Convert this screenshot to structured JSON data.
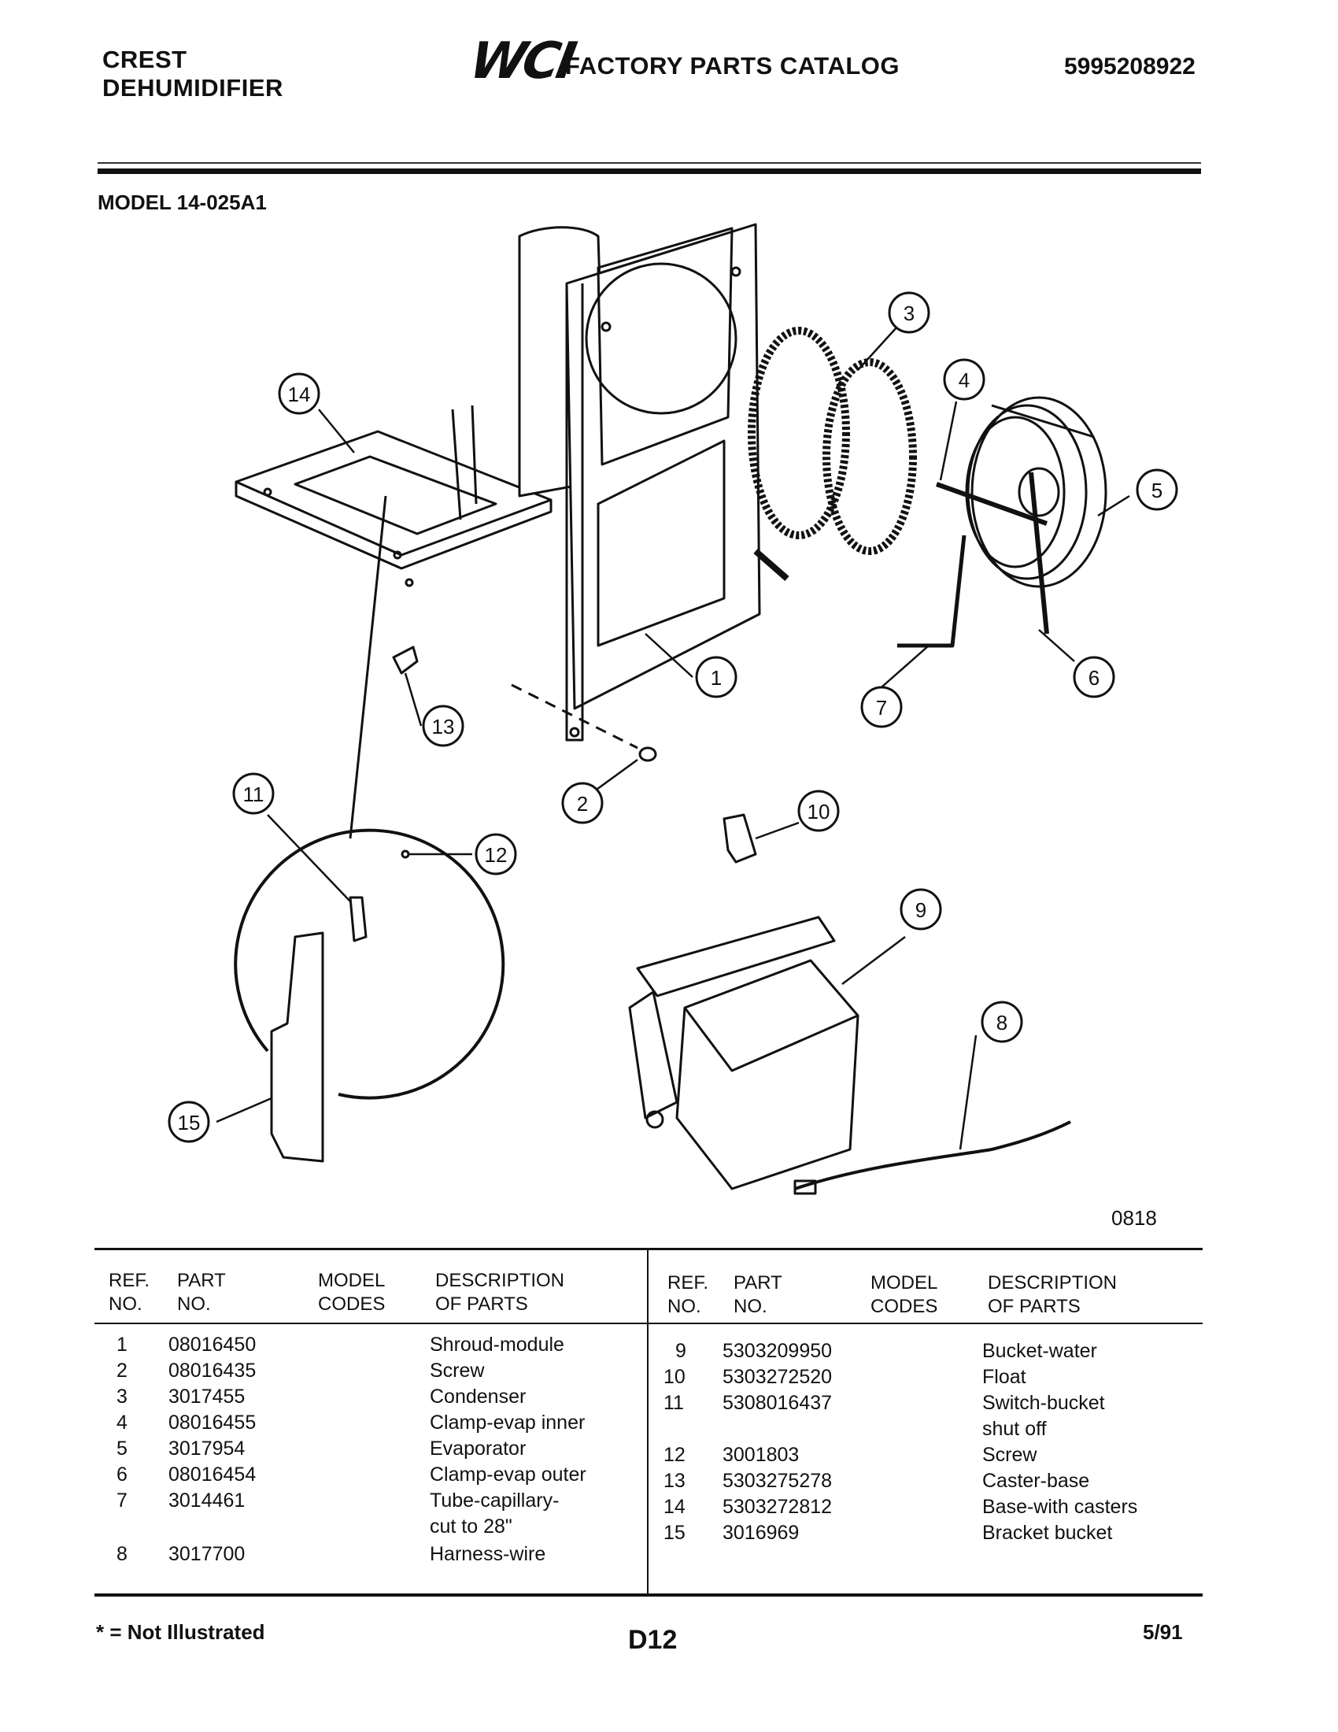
{
  "header": {
    "brand_line1": "CREST",
    "brand_line2": "DEHUMIDIFIER",
    "logo": "WCI",
    "title": "FACTORY PARTS CATALOG",
    "catalog_number": "5995208922"
  },
  "model_label": "MODEL 14-025A1",
  "figure_code": "0818",
  "callouts": [
    "1",
    "2",
    "3",
    "4",
    "5",
    "6",
    "7",
    "8",
    "9",
    "10",
    "11",
    "12",
    "13",
    "14",
    "15"
  ],
  "table": {
    "headers": {
      "ref1": "REF.",
      "ref2": "NO.",
      "part1": "PART",
      "part2": "NO.",
      "model1": "MODEL",
      "model2": "CODES",
      "desc1": "DESCRIPTION",
      "desc2": "OF PARTS"
    },
    "left_rows": [
      {
        "ref": "1",
        "part": "08016450",
        "desc": "Shroud-module"
      },
      {
        "ref": "2",
        "part": "08016435",
        "desc": "Screw"
      },
      {
        "ref": "3",
        "part": "3017455",
        "desc": "Condenser"
      },
      {
        "ref": "4",
        "part": "08016455",
        "desc": "Clamp-evap inner"
      },
      {
        "ref": "5",
        "part": "3017954",
        "desc": "Evaporator"
      },
      {
        "ref": "6",
        "part": "08016454",
        "desc": "Clamp-evap outer"
      },
      {
        "ref": "7",
        "part": "3014461",
        "desc": "Tube-capillary-",
        "desc2": "cut to 28\""
      },
      {
        "ref": "8",
        "part": "3017700",
        "desc": "Harness-wire"
      }
    ],
    "right_rows": [
      {
        "ref": "9",
        "part": "5303209950",
        "desc": "Bucket-water"
      },
      {
        "ref": "10",
        "part": "5303272520",
        "desc": "Float"
      },
      {
        "ref": "11",
        "part": "5308016437",
        "desc": "Switch-bucket",
        "desc2": "shut off"
      },
      {
        "ref": "12",
        "part": "3001803",
        "desc": "Screw"
      },
      {
        "ref": "13",
        "part": "5303275278",
        "desc": "Caster-base"
      },
      {
        "ref": "14",
        "part": "5303272812",
        "desc": "Base-with casters"
      },
      {
        "ref": "15",
        "part": "3016969",
        "desc": "Bracket bucket"
      }
    ]
  },
  "footer": {
    "note": "* = Not Illustrated",
    "page": "D12",
    "date": "5/91"
  }
}
